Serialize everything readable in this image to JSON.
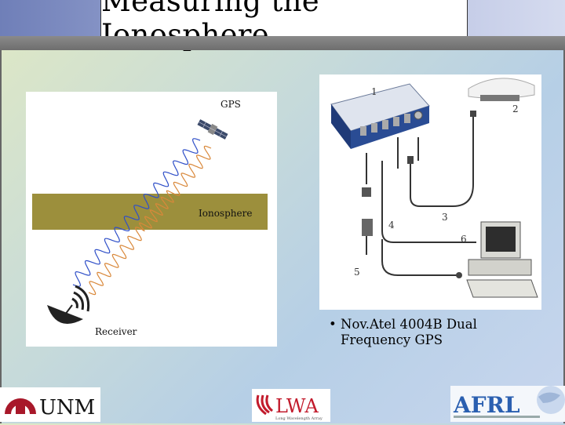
{
  "slide": {
    "title": "Measuring the Ionosphere"
  },
  "diagram": {
    "gps_label": "GPS",
    "ionosphere_label": "Ionosphere",
    "receiver_label": "Receiver"
  },
  "equipment": {
    "callouts": [
      "1",
      "2",
      "3",
      "4",
      "5",
      "6"
    ]
  },
  "bullets": [
    {
      "text": "Nov.Atel 4004B Dual Frequency GPS"
    }
  ],
  "logos": {
    "unm": "UNM",
    "lwa": "LWA",
    "lwa_sub": "Long Wavelength Array",
    "afrl": "AFRL"
  },
  "colors": {
    "ionosphere_band": "#9c8f3c",
    "wave_blue": "#2f4fc8",
    "wave_orange": "#d9883a",
    "unm_red": "#a8182a",
    "lwa_red": "#c21b2c",
    "afrl_blue": "#2a5fb0"
  }
}
